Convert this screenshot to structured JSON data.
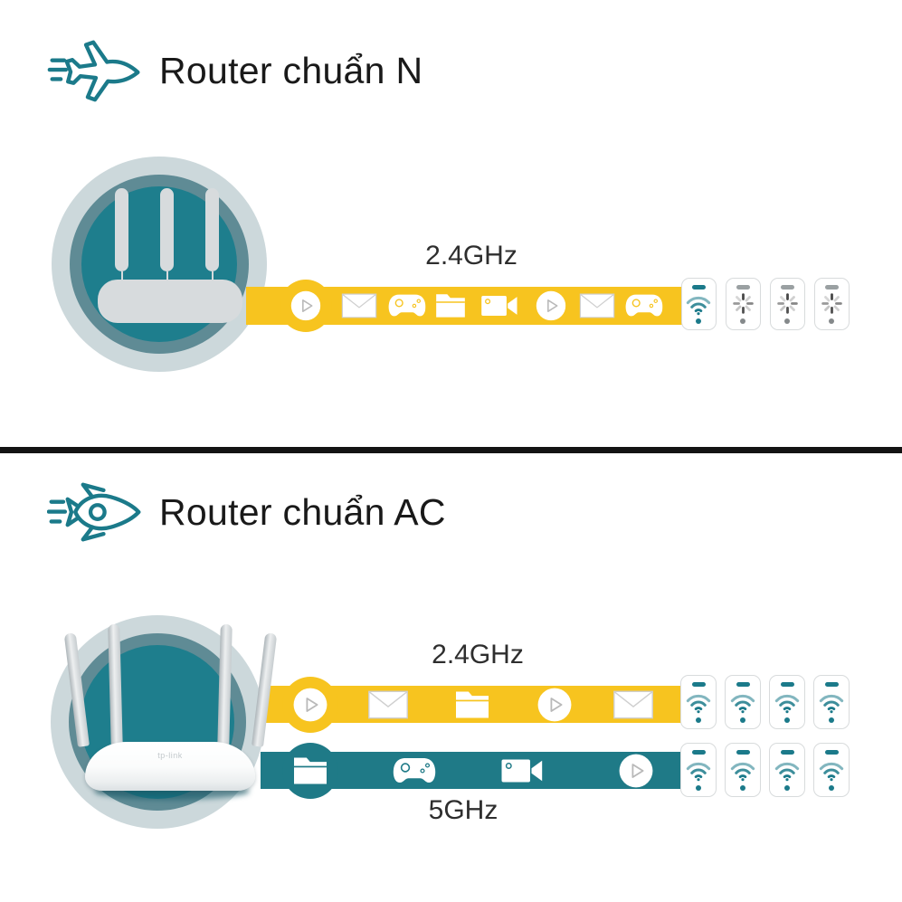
{
  "canvas": {
    "background": "#ffffff"
  },
  "colors": {
    "teal": "#1B7A8A",
    "tealBand": "#1F7A87",
    "yellow": "#F7C41F",
    "titleText": "#191919",
    "labelText": "#2E2E2E",
    "ringOuter": "#CCD8DB",
    "ringMid": "#5F8B95",
    "circleFill": "#1E7E8D",
    "routerGray": "#D7DBDD",
    "phoneBorder": "#D8DBDC",
    "spinnerGray": "#474747",
    "loadingGray": "#9AA0A2",
    "divider": "#131313"
  },
  "router_logo": "tp-link",
  "sections": [
    {
      "id": "router-n",
      "icon": "airplane-icon",
      "title": "Router chuẩn N",
      "bands": [
        {
          "label": "2.4GHz",
          "color_key": "yellow",
          "label_side": "above",
          "stream_icons": [
            "play-icon",
            "mail-icon",
            "gamepad-icon",
            "folder-icon",
            "video-camera-icon",
            "play-icon",
            "mail-icon",
            "gamepad-icon"
          ],
          "devices": [
            "wifi-connected",
            "loading",
            "loading",
            "loading"
          ]
        }
      ]
    },
    {
      "id": "router-ac",
      "icon": "rocket-icon",
      "title": "Router chuẩn AC",
      "bands": [
        {
          "label": "2.4GHz",
          "color_key": "yellow",
          "label_side": "above",
          "stream_icons": [
            "play-icon",
            "mail-icon",
            "folder-icon",
            "play-icon",
            "mail-icon"
          ],
          "devices": [
            "wifi-connected",
            "wifi-connected",
            "wifi-connected",
            "wifi-connected"
          ]
        },
        {
          "label": "5GHz",
          "color_key": "tealBand",
          "label_side": "below",
          "stream_icons": [
            "folder-icon",
            "gamepad-icon",
            "video-camera-icon",
            "play-icon"
          ],
          "devices": [
            "wifi-connected",
            "wifi-connected",
            "wifi-connected",
            "wifi-connected"
          ]
        }
      ]
    }
  ]
}
